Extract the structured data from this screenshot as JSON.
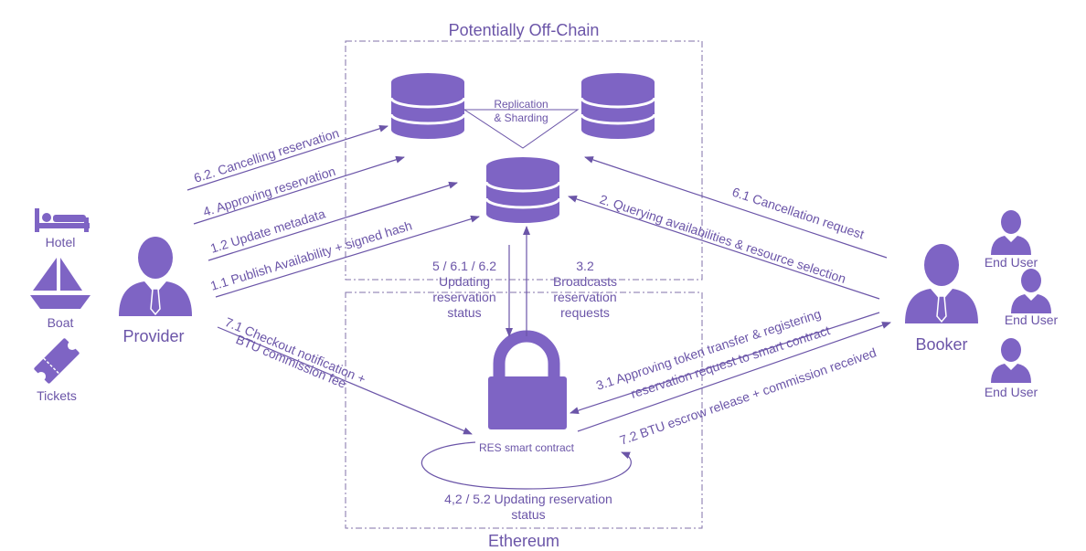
{
  "regions": {
    "offchain_title": "Potentially Off-Chain",
    "ethereum_title": "Ethereum"
  },
  "actors": {
    "hotel": "Hotel",
    "boat": "Boat",
    "tickets": "Tickets",
    "provider": "Provider",
    "booker": "Booker",
    "end_user_1": "End User",
    "end_user_2": "End User",
    "end_user_3": "End User"
  },
  "storage": {
    "replication": "Replication",
    "sharding": "& Sharding",
    "smart_contract": "RES smart contract"
  },
  "flows": {
    "f_6_2": "6.2. Cancelling reservation",
    "f_4": "4. Approving reservation",
    "f_1_2": "1.2 Update metadata",
    "f_1_1": "1.1 Publish Availability + signed hash",
    "f_2": "2. Querying availabilities & resource selection",
    "f_6_1": "6.1 Cancellation request",
    "f_5_l1": "5 / 6.1 / 6.2",
    "f_5_l2": "Updating",
    "f_5_l3": "reservation",
    "f_5_l4": "status",
    "f_3_2_l1": "3.2",
    "f_3_2_l2": "Broadcasts",
    "f_3_2_l3": "reservation",
    "f_3_2_l4": "requests",
    "f_7_1_l1": "7.1 Checkout notification +",
    "f_7_1_l2": "BTU commission fee",
    "f_3_1_l1": "3.1 Approving token transfer & registering",
    "f_3_1_l2": "reservation request to smart contract",
    "f_7_2": "7.2 BTU escrow release + commission received",
    "loop_l1": "4,2 / 5.2 Updating reservation",
    "loop_l2": "status"
  },
  "colors": {
    "primary": "#7e64c4",
    "text": "#6b55a8",
    "region_border": "#8072a8"
  },
  "icons": [
    "bed-icon",
    "sailboat-icon",
    "ticket-icon",
    "person-icon",
    "database-icon",
    "padlock-icon"
  ]
}
